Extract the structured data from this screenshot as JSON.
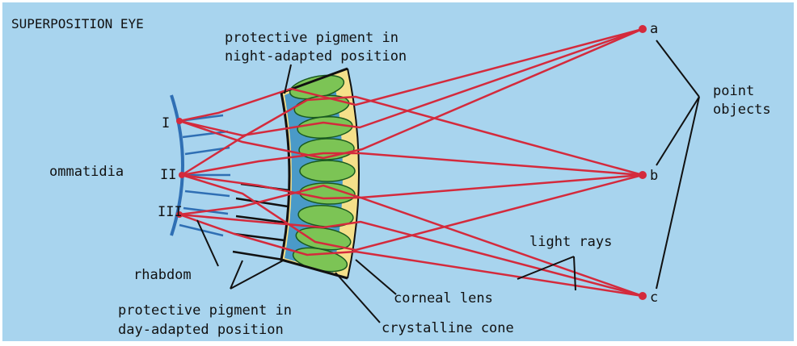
{
  "title": "SUPERPOSITION EYE",
  "labels": {
    "night_pigment_line1": "protective pigment in",
    "night_pigment_line2": "night-adapted position",
    "ommatidia": "ommatidia",
    "rhabdom": "rhabdom",
    "day_pigment_line1": "protective pigment in",
    "day_pigment_line2": "day-adapted position",
    "corneal_lens": "corneal lens",
    "crystalline_cone": "crystalline cone",
    "light_rays": "light rays",
    "point_objects_line1": "point",
    "point_objects_line2": "objects"
  },
  "ommatidium_markers": [
    "I",
    "II",
    "III"
  ],
  "point_markers": [
    "a",
    "b",
    "c"
  ],
  "colors": {
    "background": "#a8d4ee",
    "rays": "#d42a3c",
    "retina": "#2f6fb4",
    "cone": "#7cc455",
    "cornea": "#f5e08a",
    "pigment": "#111111"
  }
}
